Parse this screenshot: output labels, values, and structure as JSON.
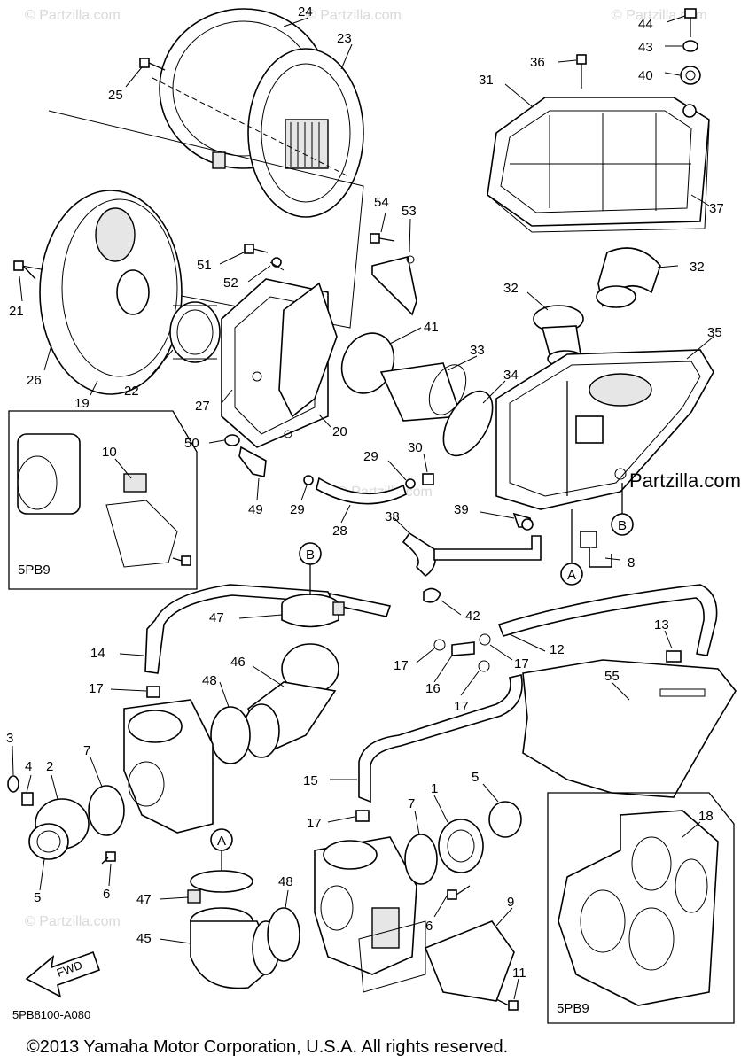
{
  "diagram": {
    "code": "5PB8100-A080",
    "copyright": "©2013 Yamaha Motor Corporation, U.S.A. All rights reserved.",
    "brand": "Partzilla.com",
    "watermark": "© Partzilla.com",
    "variant_label": "5PB9",
    "fwd_label": "FWD",
    "callout_a": "A",
    "callout_b": "B"
  },
  "labels": {
    "l1": "1",
    "l2": "2",
    "l3": "3",
    "l4": "4",
    "l5a": "5",
    "l5b": "5",
    "l6a": "6",
    "l6b": "6",
    "l7a": "7",
    "l7b": "7",
    "l8": "8",
    "l9a": "9",
    "l10": "10",
    "l11": "11",
    "l12": "12",
    "l13": "13",
    "l14": "14",
    "l15": "15",
    "l16": "16",
    "l17a": "17",
    "l17b": "17",
    "l17c": "17",
    "l17d": "17",
    "l17e": "17",
    "l18": "18",
    "l19": "19",
    "l20": "20",
    "l21": "21",
    "l22": "22",
    "l23": "23",
    "l24": "24",
    "l25": "25",
    "l26": "26",
    "l27": "27",
    "l28": "28",
    "l29a": "29",
    "l29b": "29",
    "l30": "30",
    "l31": "31",
    "l32a": "32",
    "l32b": "32",
    "l33": "33",
    "l34": "34",
    "l35": "35",
    "l36": "36",
    "l37": "37",
    "l38": "38",
    "l39": "39",
    "l40": "40",
    "l41": "41",
    "l42": "42",
    "l43": "43",
    "l44": "44",
    "l45": "45",
    "l46": "46",
    "l47a": "47",
    "l47b": "47",
    "l48a": "48",
    "l48b": "48",
    "l49": "49",
    "l50": "50",
    "l51": "51",
    "l52": "52",
    "l53": "53",
    "l54": "54",
    "l55": "55"
  }
}
